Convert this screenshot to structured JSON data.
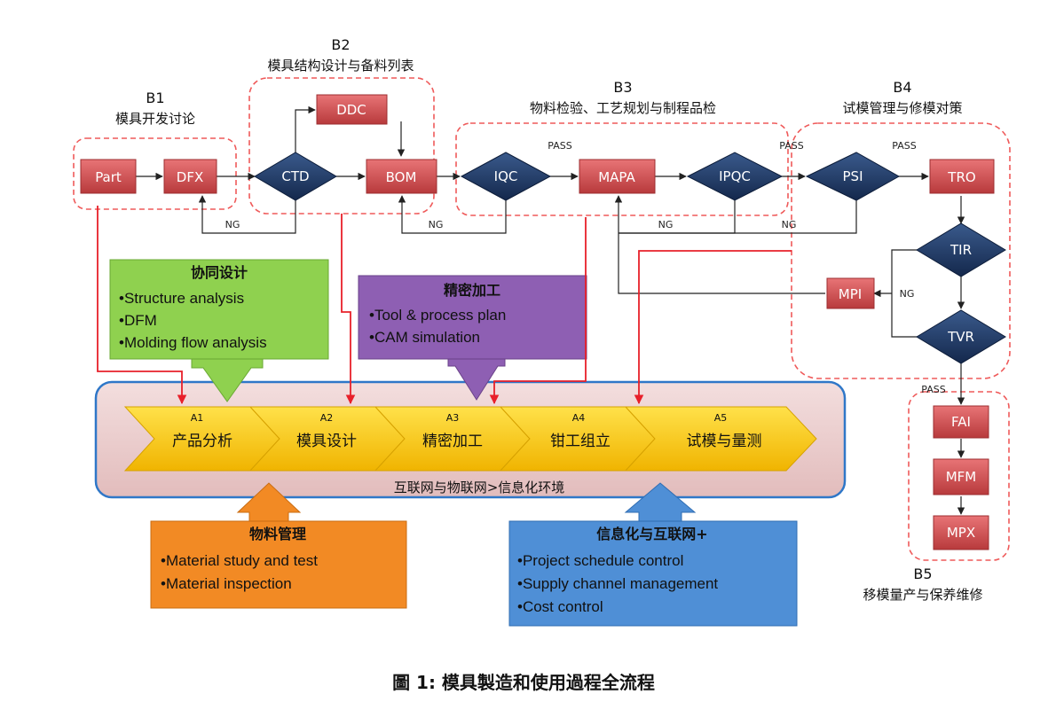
{
  "groups": {
    "b1": {
      "code": "B1",
      "title": "模具开发讨论"
    },
    "b2": {
      "code": "B2",
      "title": "模具结构设计与备料列表"
    },
    "b3": {
      "code": "B3",
      "title": "物料检验、工艺规划与制程品检"
    },
    "b4": {
      "code": "B4",
      "title": "试模管理与修模对策"
    },
    "b5": {
      "code": "B5",
      "title": "移模量产与保养维修"
    }
  },
  "nodes": {
    "part": "Part",
    "dfx": "DFX",
    "ddc": "DDC",
    "ctd": "CTD",
    "bom": "BOM",
    "iqc": "IQC",
    "mapa": "MAPA",
    "ipqc": "IPQC",
    "psi": "PSI",
    "tro": "TRO",
    "tir": "TIR",
    "mpi": "MPI",
    "tvr": "TVR",
    "fai": "FAI",
    "mfm": "MFM",
    "mpx": "MPX"
  },
  "flow_labels": {
    "pass": "PASS",
    "ng": "NG"
  },
  "boxes": {
    "collab": {
      "title": "协同设计",
      "items": [
        "•Structure analysis",
        "•DFM",
        "•Molding flow analysis"
      ],
      "color": "#8fd14f"
    },
    "precision": {
      "title": "精密加工",
      "items": [
        "•Tool & process plan",
        "•CAM simulation"
      ],
      "color": "#8e5fb3"
    },
    "material": {
      "title": "物料管理",
      "items": [
        "•Material study and test",
        "•Material inspection"
      ],
      "color": "#f28a24"
    },
    "info": {
      "title": "信息化与互联网+",
      "items": [
        "•Project schedule control",
        "•Supply channel management",
        "•Cost control"
      ],
      "color": "#4f8fd6"
    }
  },
  "stages": [
    {
      "code": "A1",
      "name": "产品分析"
    },
    {
      "code": "A2",
      "name": "模具设计"
    },
    {
      "code": "A3",
      "name": "精密加工"
    },
    {
      "code": "A4",
      "name": "钳工组立"
    },
    {
      "code": "A5",
      "name": "试模与量测"
    }
  ],
  "platform_label": "互联网与物联网>信息化环境",
  "caption": "圖 1: 模具製造和使用過程全流程",
  "colors": {
    "red_node": "#c9484a",
    "navy_node": "#1e3a68",
    "gold": "#f6c200",
    "red_line": "#e8202a",
    "dash": "#ef5a5a"
  }
}
